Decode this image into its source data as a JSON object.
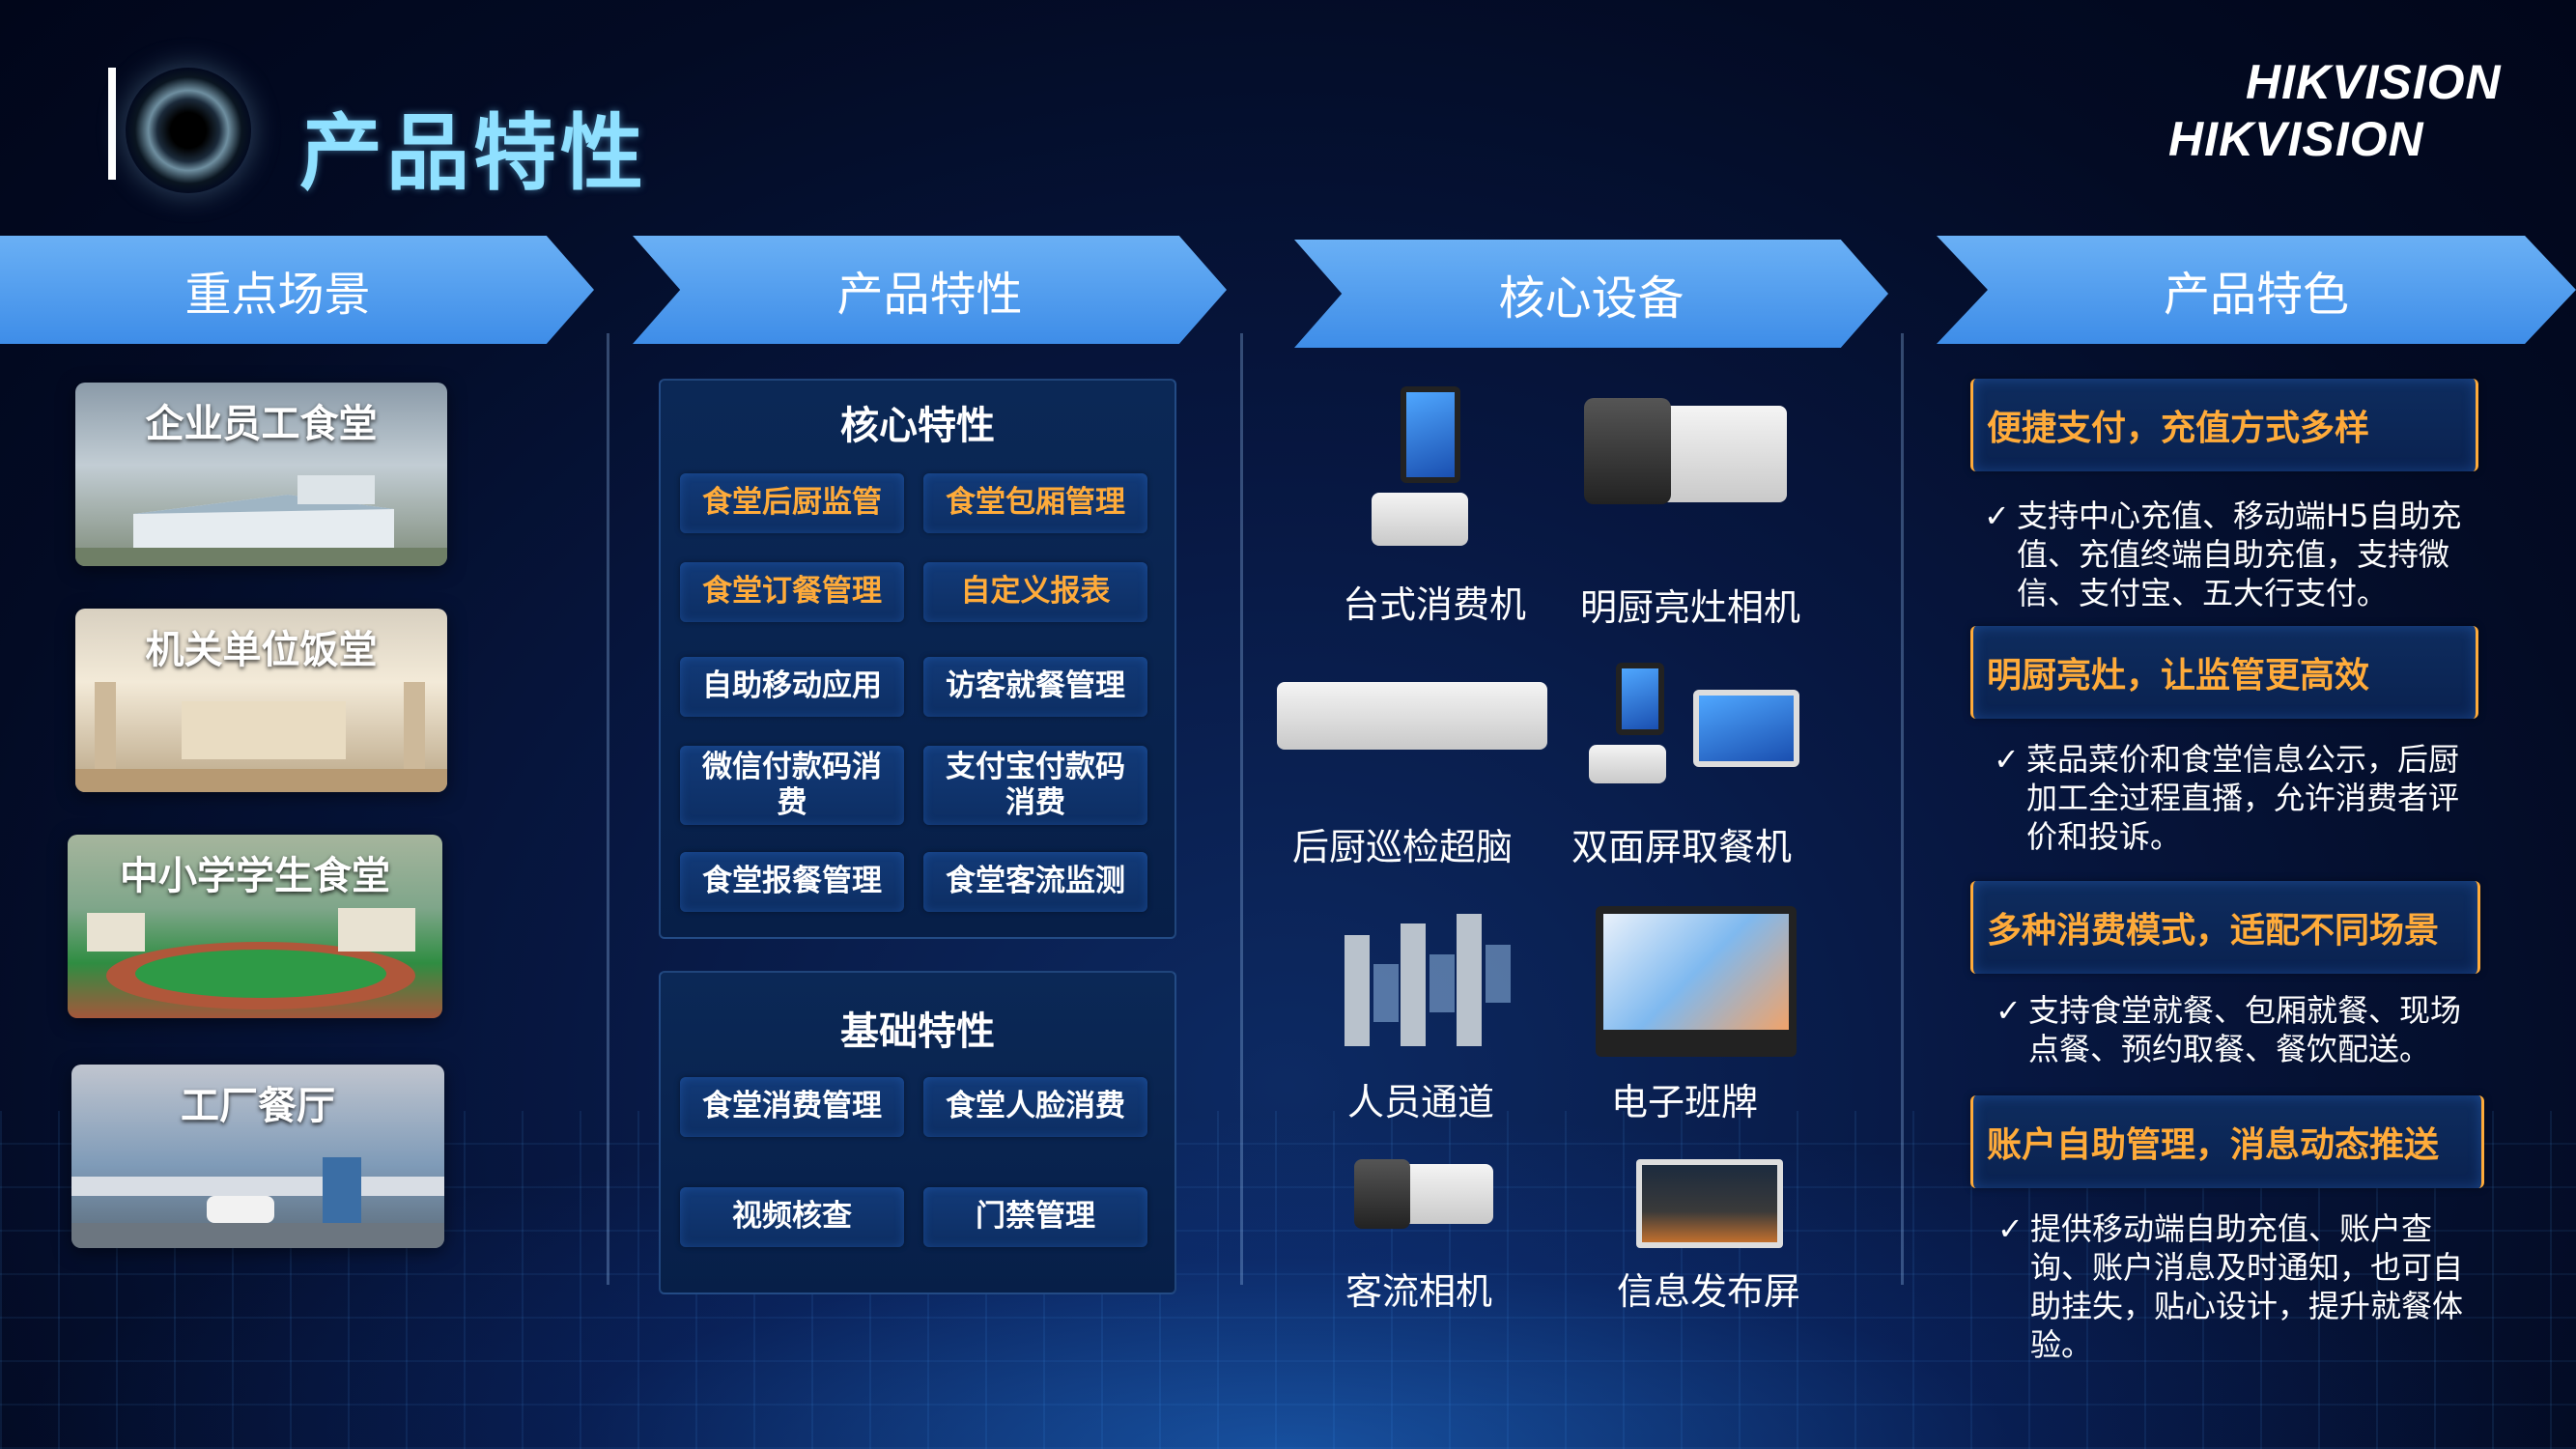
{
  "header": {
    "title": "产品特性",
    "brand_line_1": "HIKVISION",
    "brand_line_2": "HIKVISION"
  },
  "sections": {
    "scenes_title": "重点场景",
    "product_features_title": "产品特性",
    "core_devices_title": "核心设备",
    "highlights_title": "产品特色"
  },
  "scenes": [
    {
      "label": "企业员工食堂"
    },
    {
      "label": "机关单位饭堂"
    },
    {
      "label": "中小学学生食堂"
    },
    {
      "label": "工厂餐厅"
    }
  ],
  "core_features": {
    "title": "核心特性",
    "items": [
      {
        "label": "食堂后厨监管",
        "highlight": true
      },
      {
        "label": "食堂包厢管理",
        "highlight": true
      },
      {
        "label": "食堂订餐管理",
        "highlight": true
      },
      {
        "label": "自定义报表",
        "highlight": true
      },
      {
        "label": "自助移动应用",
        "highlight": false
      },
      {
        "label": "访客就餐管理",
        "highlight": false
      },
      {
        "label": "微信付款码消费",
        "highlight": false
      },
      {
        "label": "支付宝付款码消费",
        "highlight": false
      },
      {
        "label": "食堂报餐管理",
        "highlight": false
      },
      {
        "label": "食堂客流监测",
        "highlight": false
      }
    ]
  },
  "base_features": {
    "title": "基础特性",
    "items": [
      {
        "label": "食堂消费管理"
      },
      {
        "label": "食堂人脸消费"
      },
      {
        "label": "视频核查"
      },
      {
        "label": "门禁管理"
      }
    ]
  },
  "devices": [
    {
      "label": "台式消费机",
      "icon": "desktop-pos-terminal-icon"
    },
    {
      "label": "明厨亮灶相机",
      "icon": "bullet-camera-icon"
    },
    {
      "label": "后厨巡检超脑",
      "icon": "nvr-box-icon"
    },
    {
      "label": "双面屏取餐机",
      "icon": "dual-screen-terminal-icon"
    },
    {
      "label": "人员通道",
      "icon": "turnstile-gate-icon"
    },
    {
      "label": "电子班牌",
      "icon": "class-display-icon"
    },
    {
      "label": "客流相机",
      "icon": "people-counting-camera-icon"
    },
    {
      "label": "信息发布屏",
      "icon": "signage-screen-icon"
    }
  ],
  "highlights": [
    {
      "title": "便捷支付，充值方式多样",
      "desc": "支持中心充值、移动端H5自助充值、充值终端自助充值，支持微信、支付宝、五大行支付。"
    },
    {
      "title": "明厨亮灶，让监管更高效",
      "desc": "菜品菜价和食堂信息公示，后厨加工全过程直播，允许消费者评价和投诉。"
    },
    {
      "title": "多种消费模式，适配不同场景",
      "desc": "支持食堂就餐、包厢就餐、现场点餐、预约取餐、餐饮配送。"
    },
    {
      "title": "账户自助管理，消息动态推送",
      "desc": "提供移动端自助充值、账户查询、账户消息及时通知，也可自助挂失，贴心设计，提升就餐体验。"
    }
  ],
  "colors": {
    "accent_orange": "#ffab3a",
    "section_blue": "#4a97ec",
    "title_cyan": "#8fe0ff"
  }
}
